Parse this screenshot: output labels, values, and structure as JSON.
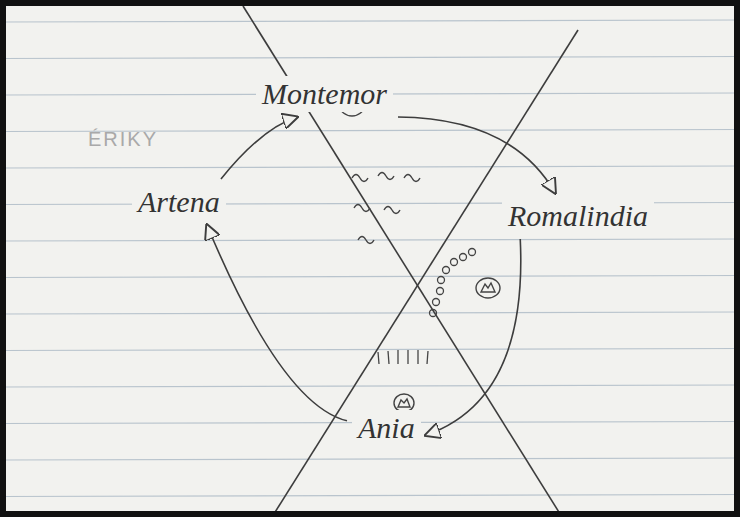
{
  "diagram": {
    "nodes": [
      {
        "text": [
          "Montemor"
        ]
      },
      {
        "text": [
          "Artena"
        ]
      },
      {
        "text": [
          "Romalindia"
        ]
      },
      {
        "text": [
          "Ania"
        ]
      }
    ],
    "edges": [
      {
        "from": 1,
        "to": 0,
        "arrow": "to"
      },
      {
        "from": 0,
        "to": 2,
        "arrow": "to"
      },
      {
        "from": 2,
        "to": 3,
        "arrow": "to"
      },
      {
        "from": 3,
        "to": 1,
        "arrow": "to"
      }
    ],
    "labels": [
      "ÉRIKY"
    ]
  }
}
